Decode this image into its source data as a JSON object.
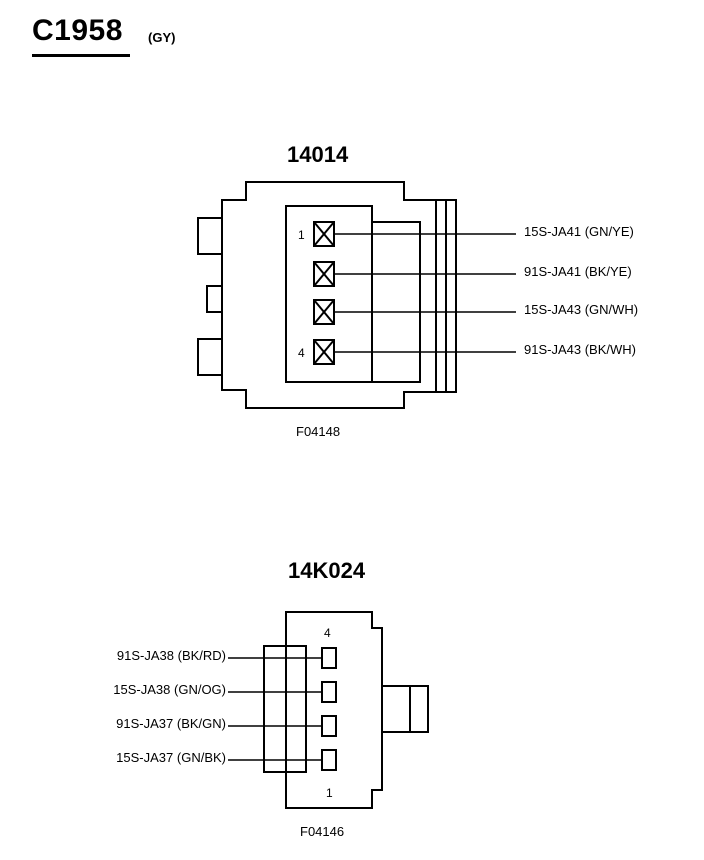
{
  "connector": {
    "id": "C1958",
    "color_code": "(GY)"
  },
  "top_connector": {
    "part_number": "14014",
    "figure_code": "F04148",
    "pin_first": "1",
    "pin_last": "4",
    "wires": [
      {
        "label": "15S-JA41 (GN/YE)"
      },
      {
        "label": "91S-JA41 (BK/YE)"
      },
      {
        "label": "15S-JA43 (GN/WH)"
      },
      {
        "label": "91S-JA43 (BK/WH)"
      }
    ]
  },
  "bottom_connector": {
    "part_number": "14K024",
    "figure_code": "F04146",
    "pin_top": "4",
    "pin_bottom": "1",
    "wires": [
      {
        "label": "91S-JA38 (BK/RD)"
      },
      {
        "label": "15S-JA38 (GN/OG)"
      },
      {
        "label": "91S-JA37 (BK/GN)"
      },
      {
        "label": "15S-JA37 (GN/BK)"
      }
    ]
  }
}
